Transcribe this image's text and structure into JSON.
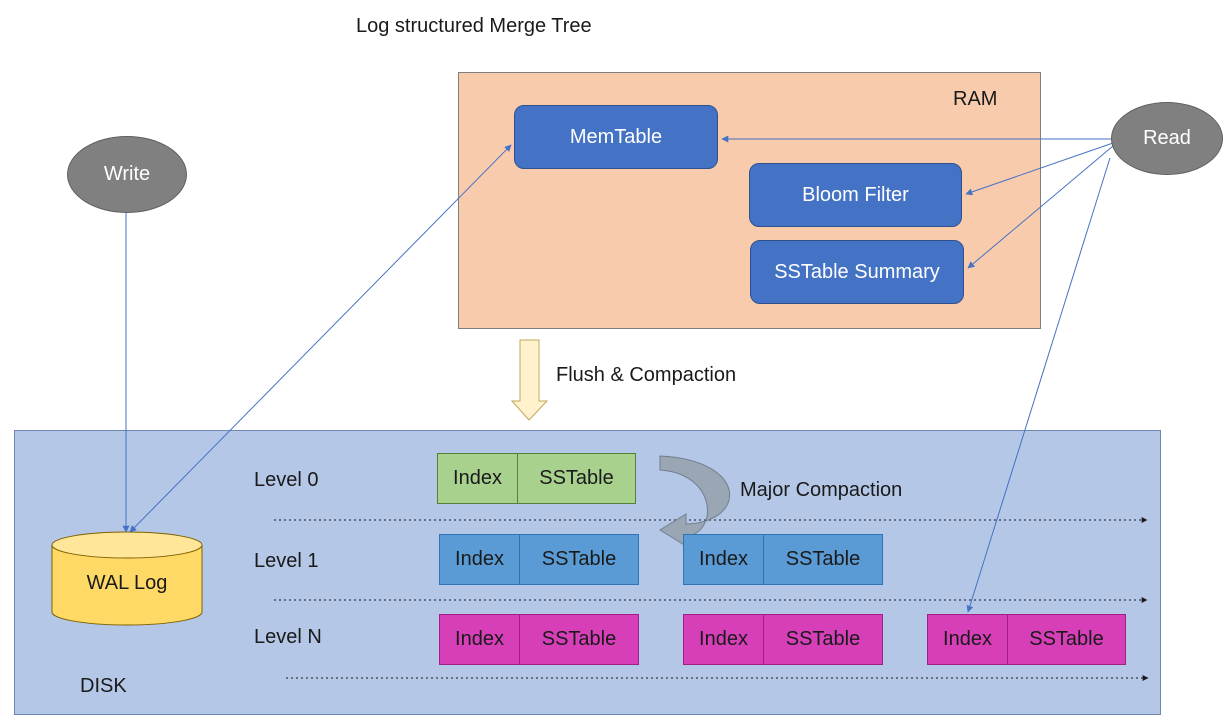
{
  "title": "Log structured Merge Tree",
  "ram": {
    "label": "RAM",
    "memtable": "MemTable",
    "bloom_filter": "Bloom Filter",
    "sstable_summary": "SSTable Summary"
  },
  "actors": {
    "write": "Write",
    "read": "Read"
  },
  "flush_label": "Flush & Compaction",
  "major_compaction_label": "Major Compaction",
  "disk": {
    "label": "DISK",
    "wal": "WAL Log",
    "levels": [
      "Level 0",
      "Level 1",
      "Level N"
    ],
    "index_label": "Index",
    "sstable_label": "SSTable"
  },
  "colors": {
    "ram_bg": "#f8cbad",
    "disk_bg": "#b4c7e7",
    "box_blue": "#4472c4",
    "level0": "#a9d18e",
    "level1": "#5b9bd5",
    "levelN": "#d63fb8",
    "wal": "#ffd966",
    "actor": "#808080",
    "arrow": "#4472c4"
  }
}
